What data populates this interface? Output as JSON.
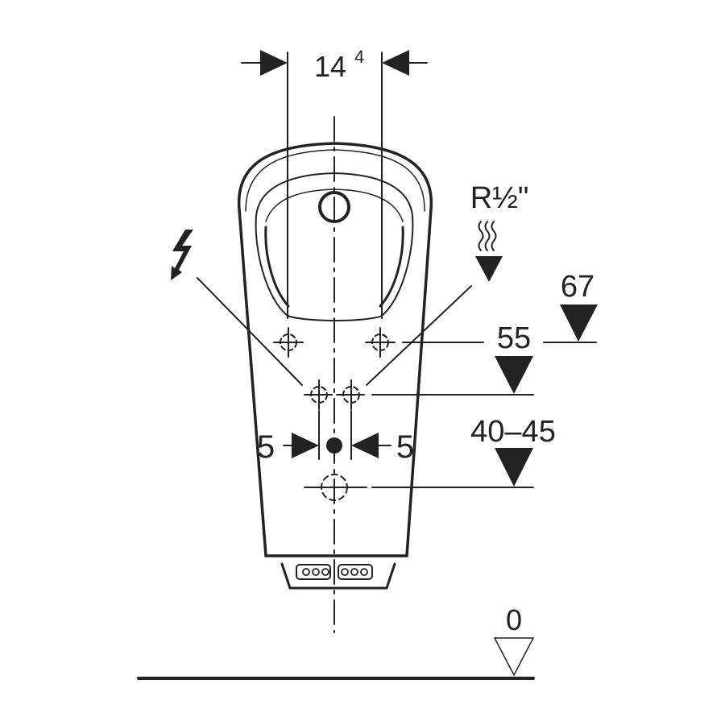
{
  "dimensions": {
    "width_label": "14",
    "width_superscript": "4",
    "water_connection": "R½\"",
    "height_top": "67",
    "height_mid": "55",
    "height_drain": "40–45",
    "offset_left": "5",
    "offset_right": "5",
    "floor_level": "0"
  },
  "colors": {
    "ink": "#222222",
    "background": "#ffffff"
  }
}
